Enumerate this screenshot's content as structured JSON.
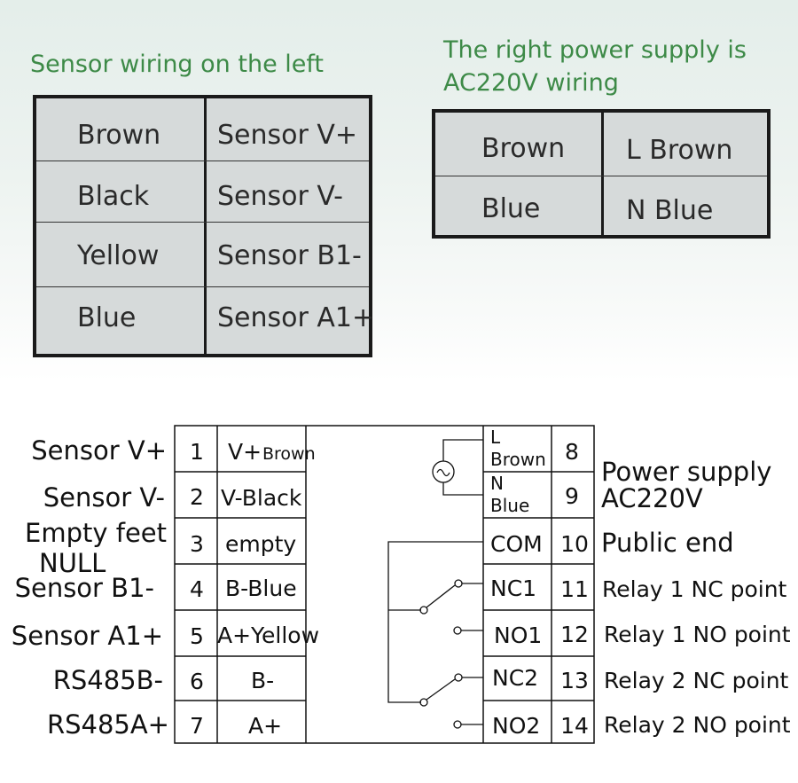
{
  "left_section": {
    "heading": "Sensor wiring on the left",
    "rows": [
      {
        "wire": "Brown",
        "terminal": "Sensor V+"
      },
      {
        "wire": "Black",
        "terminal": "Sensor V-"
      },
      {
        "wire": "Yellow",
        "terminal": "Sensor B1-"
      },
      {
        "wire": "Blue",
        "terminal": "Sensor A1+"
      }
    ]
  },
  "right_section": {
    "heading_line1": "The right power supply is",
    "heading_line2": "AC220V wiring",
    "rows": [
      {
        "wire": "Brown",
        "terminal": "L Brown"
      },
      {
        "wire": "Blue",
        "terminal": "N Blue"
      }
    ]
  },
  "diagram": {
    "left_terminals": [
      {
        "label": "Sensor V+",
        "number": "1",
        "wire_main": "V+",
        "wire_sub": "Brown"
      },
      {
        "label": "Sensor V-",
        "number": "2",
        "wire_main": "V-Black",
        "wire_sub": ""
      },
      {
        "label": "Empty feet",
        "label2": "NULL",
        "number": "3",
        "wire_main": "empty",
        "wire_sub": ""
      },
      {
        "label": "Sensor B1-",
        "number": "4",
        "wire_main": "B-Blue",
        "wire_sub": ""
      },
      {
        "label": "Sensor A1+",
        "number": "5",
        "wire_main": "A+Yellow",
        "wire_sub": ""
      },
      {
        "label": "RS485B-",
        "number": "6",
        "wire_main": "B-",
        "wire_sub": ""
      },
      {
        "label": "RS485A+",
        "number": "7",
        "wire_main": "A+",
        "wire_sub": ""
      }
    ],
    "right_terminals": [
      {
        "code": "L",
        "code2": "Brown",
        "number": "8"
      },
      {
        "code": "N",
        "code2": "Blue",
        "number": "9"
      },
      {
        "code": "COM",
        "number": "10"
      },
      {
        "code": "NC1",
        "number": "11"
      },
      {
        "code": "NO1",
        "number": "12"
      },
      {
        "code": "NC2",
        "number": "13"
      },
      {
        "code": "NO2",
        "number": "14"
      }
    ],
    "right_descriptions": {
      "power_line1": "Power supply",
      "power_line2": "AC220V",
      "public": "Public end",
      "relay1_nc": "Relay 1 NC point",
      "relay1_no": "Relay 1 NO point",
      "relay2_nc": "Relay 2 NC point",
      "relay2_no": "Relay 2 NO point"
    },
    "ac_symbol": "ac-source-icon"
  },
  "colors": {
    "heading_green": "#3d8a47",
    "table_fill": "#d6dada",
    "line": "#1a1a1a"
  }
}
